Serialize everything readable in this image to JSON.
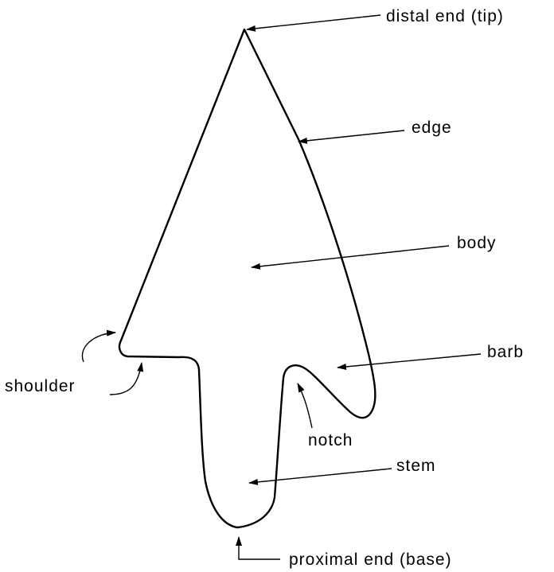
{
  "labels": {
    "tip": "distal end (tip)",
    "edge": "edge",
    "body": "body",
    "barb": "barb",
    "shoulder": "shoulder",
    "notch": "notch",
    "stem": "stem",
    "base": "proximal end (base)"
  },
  "colors": {
    "stroke": "#000000",
    "background": "#ffffff"
  }
}
